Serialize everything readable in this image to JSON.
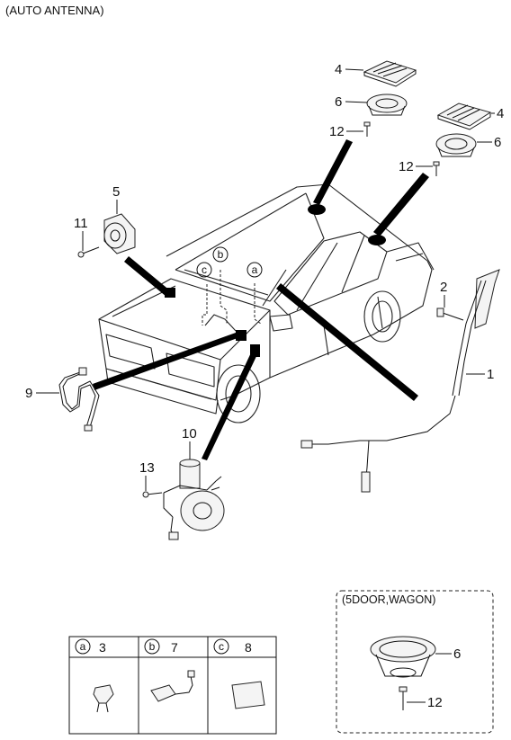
{
  "title": "(AUTO ANTENNA)",
  "callouts": {
    "c1": "1",
    "c2": "2",
    "c3": "3",
    "c4a": "4",
    "c4b": "4",
    "c5": "5",
    "c6a": "6",
    "c6b": "6",
    "c6c": "6",
    "c7": "7",
    "c8": "8",
    "c9": "9",
    "c10": "10",
    "c11": "11",
    "c12a": "12",
    "c12b": "12",
    "c12c": "12",
    "c13": "13"
  },
  "car_labels": {
    "a": "a",
    "b": "b",
    "c": "c"
  },
  "legend": {
    "cols": [
      {
        "letter": "a",
        "part": "3"
      },
      {
        "letter": "b",
        "part": "7"
      },
      {
        "letter": "c",
        "part": "8"
      }
    ]
  },
  "variant_box": {
    "title": "(5DOOR,WAGON)"
  }
}
